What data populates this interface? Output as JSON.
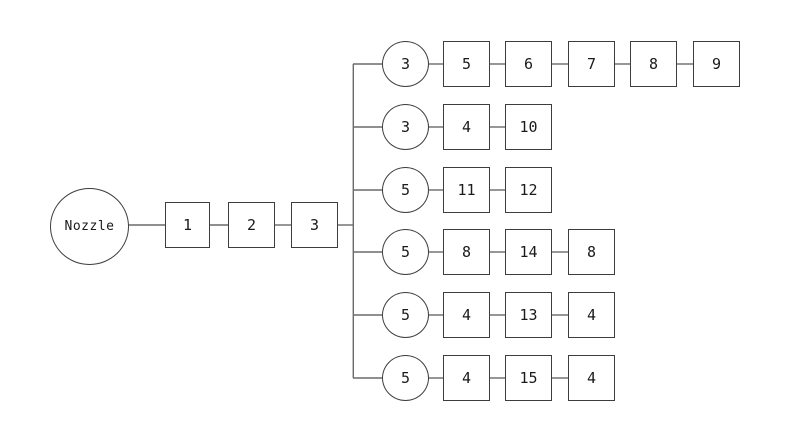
{
  "diagram": {
    "root": {
      "label": "Nozzle"
    },
    "main_chain": [
      "1",
      "2",
      "3"
    ],
    "branches": [
      {
        "circle": "3",
        "boxes": [
          "5",
          "6",
          "7",
          "8",
          "9"
        ]
      },
      {
        "circle": "3",
        "boxes": [
          "4",
          "10"
        ]
      },
      {
        "circle": "5",
        "boxes": [
          "11",
          "12"
        ]
      },
      {
        "circle": "5",
        "boxes": [
          "8",
          "14",
          "8"
        ]
      },
      {
        "circle": "5",
        "boxes": [
          "4",
          "13",
          "4"
        ]
      },
      {
        "circle": "5",
        "boxes": [
          "4",
          "15",
          "4"
        ]
      }
    ],
    "colors": {
      "background": "#ffffff",
      "line": "#6a6a6a",
      "node_border": "#3d3d3d",
      "text": "#1a1a1a"
    }
  }
}
